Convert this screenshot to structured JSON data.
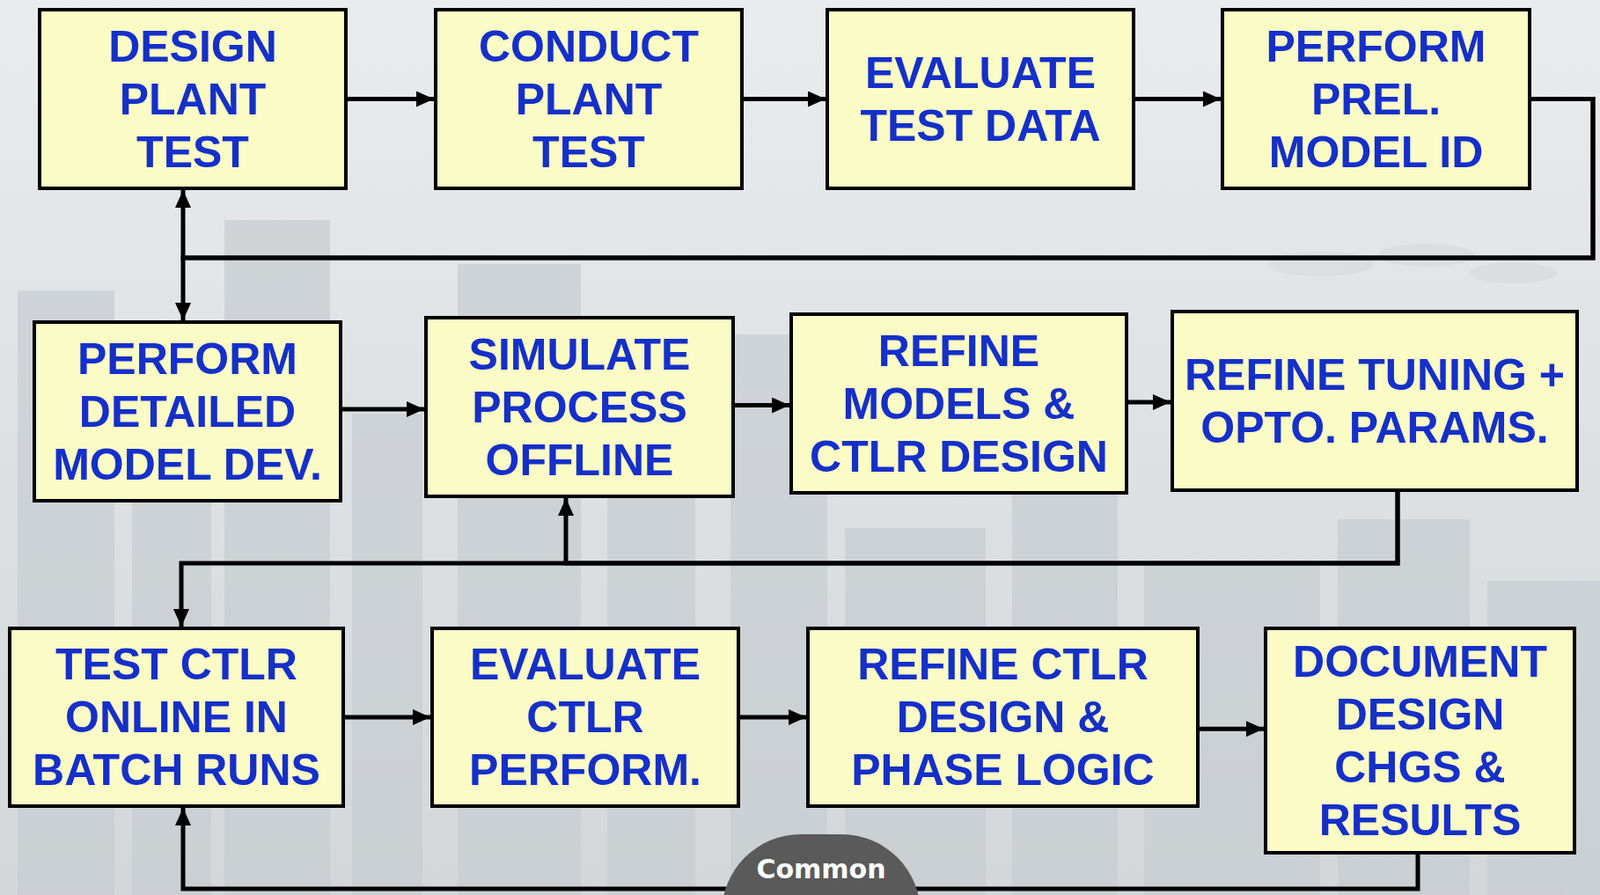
{
  "diagram": {
    "nodes": [
      {
        "text": [
          "DESIGN PLANT TEST"
        ]
      },
      {
        "text": [
          "CONDUCT PLANT TEST"
        ]
      },
      {
        "text": [
          "EVALUATE TEST DATA"
        ]
      },
      {
        "text": [
          "PERFORM PREL. MODEL ID"
        ]
      },
      {
        "text": [
          "PERFORM DETAILED MODEL DEV."
        ]
      },
      {
        "text": [
          "SIMULATE PROCESS OFFLINE"
        ]
      },
      {
        "text": [
          "REFINE MODELS & CTLR DESIGN"
        ]
      },
      {
        "text": [
          "REFINE TUNING + OPTO. PARAMS."
        ]
      },
      {
        "text": [
          "TEST CTLR ONLINE IN BATCH RUNS"
        ]
      },
      {
        "text": [
          "EVALUATE CTLR PERFORM."
        ]
      },
      {
        "text": [
          "REFINE CTLR DESIGN & PHASE LOGIC"
        ]
      },
      {
        "text": [
          "DOCUMENT DESIGN CHGS & RESULTS"
        ]
      }
    ],
    "edges": [
      {
        "from": 0,
        "to": 1,
        "arrow": "to"
      },
      {
        "from": 1,
        "to": 2,
        "arrow": "to"
      },
      {
        "from": 2,
        "to": 3,
        "arrow": "to"
      },
      {
        "from": 3,
        "to": 0,
        "arrow": "to"
      },
      {
        "from": 3,
        "to": 4,
        "arrow": "to"
      },
      {
        "from": 4,
        "to": 5,
        "arrow": "to"
      },
      {
        "from": 5,
        "to": 6,
        "arrow": "to"
      },
      {
        "from": 6,
        "to": 7,
        "arrow": "to"
      },
      {
        "from": 7,
        "to": 8,
        "arrow": "to"
      },
      {
        "from": 7,
        "to": 5,
        "arrow": "to"
      },
      {
        "from": 8,
        "to": 9,
        "arrow": "to"
      },
      {
        "from": 9,
        "to": 10,
        "arrow": "to"
      },
      {
        "from": 10,
        "to": 11,
        "arrow": "to"
      },
      {
        "from": 11,
        "to": 8,
        "arrow": "to"
      }
    ],
    "labels": [
      "Common"
    ]
  }
}
